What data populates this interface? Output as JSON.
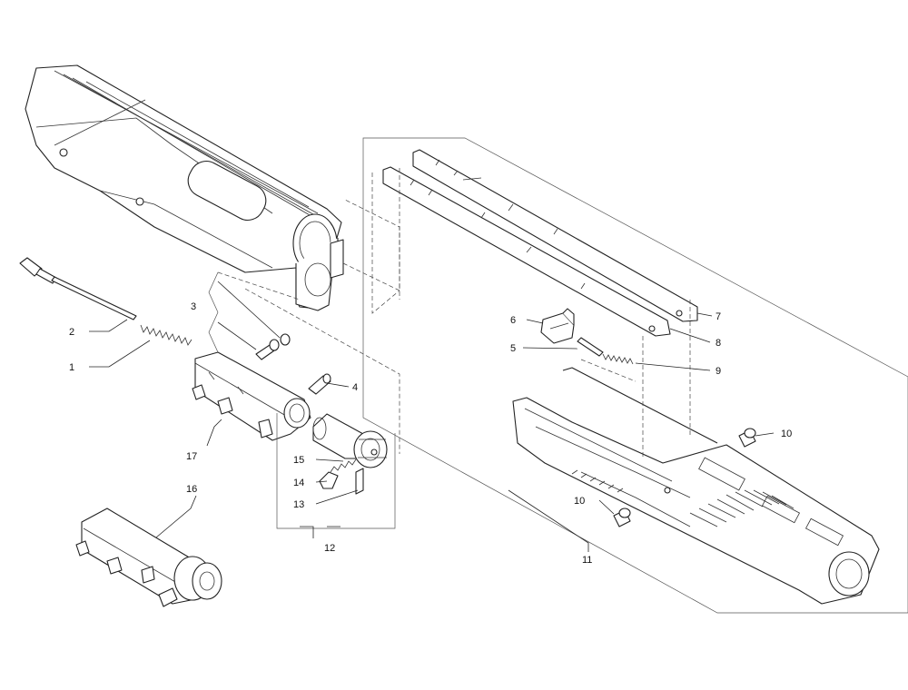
{
  "callouts": [
    {
      "id": "c1",
      "label": "1"
    },
    {
      "id": "c2",
      "label": "2"
    },
    {
      "id": "c3",
      "label": "3"
    },
    {
      "id": "c4",
      "label": "4"
    },
    {
      "id": "c5",
      "label": "5"
    },
    {
      "id": "c6",
      "label": "6"
    },
    {
      "id": "c7",
      "label": "7"
    },
    {
      "id": "c8",
      "label": "8"
    },
    {
      "id": "c9",
      "label": "9"
    },
    {
      "id": "c10a",
      "label": "10"
    },
    {
      "id": "c10b",
      "label": "10"
    },
    {
      "id": "c11",
      "label": "11"
    },
    {
      "id": "c12",
      "label": "12"
    },
    {
      "id": "c13",
      "label": "13"
    },
    {
      "id": "c14",
      "label": "14"
    },
    {
      "id": "c15",
      "label": "15"
    },
    {
      "id": "c16",
      "label": "16"
    },
    {
      "id": "c17",
      "label": "17"
    }
  ]
}
